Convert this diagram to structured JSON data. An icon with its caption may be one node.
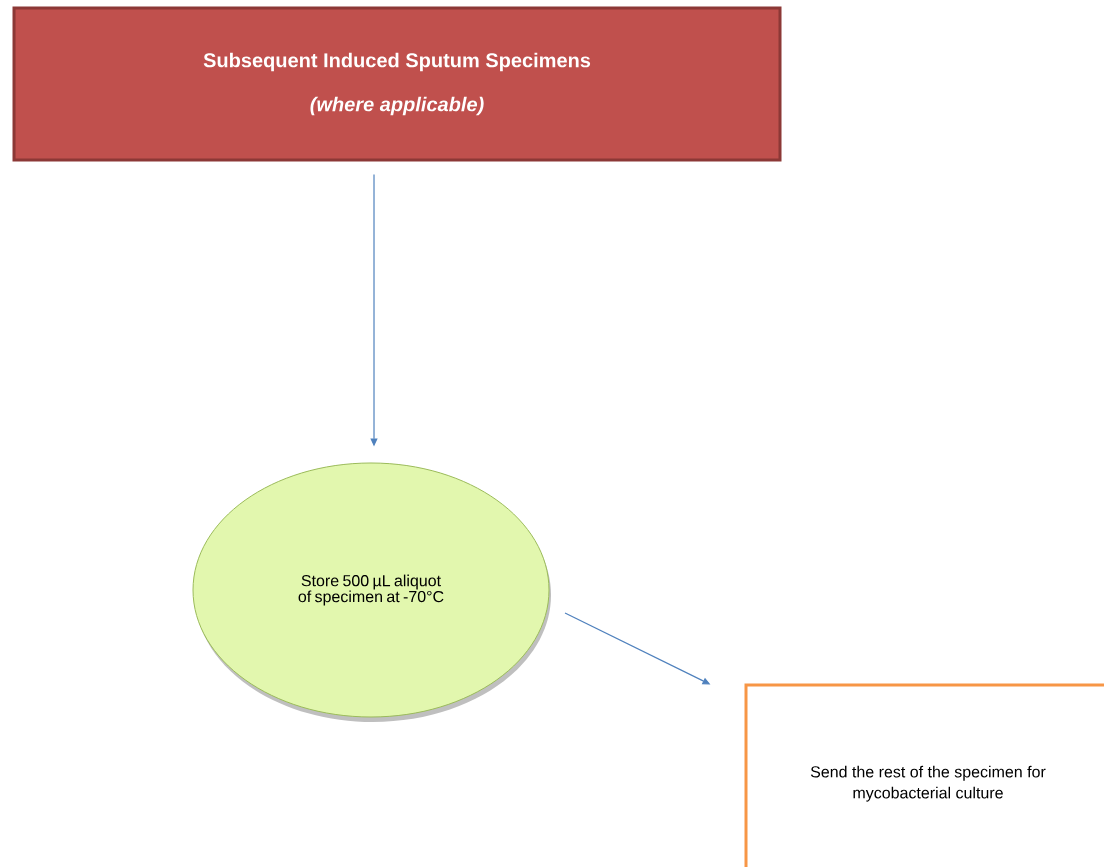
{
  "diagram": {
    "nodes": [
      {
        "text": [
          "Subsequent Induced Sputum Specimens",
          "(where applicable)"
        ]
      },
      {
        "text": [
          "Store 500 µL aliquot of specimen at -70°C"
        ]
      },
      {
        "text": [
          "Send the rest of the specimen for mycobacterial culture"
        ]
      }
    ],
    "edges": [
      {
        "from": 0,
        "to": 1,
        "arrow": "to"
      },
      {
        "from": 1,
        "to": 2,
        "arrow": "to"
      }
    ]
  }
}
